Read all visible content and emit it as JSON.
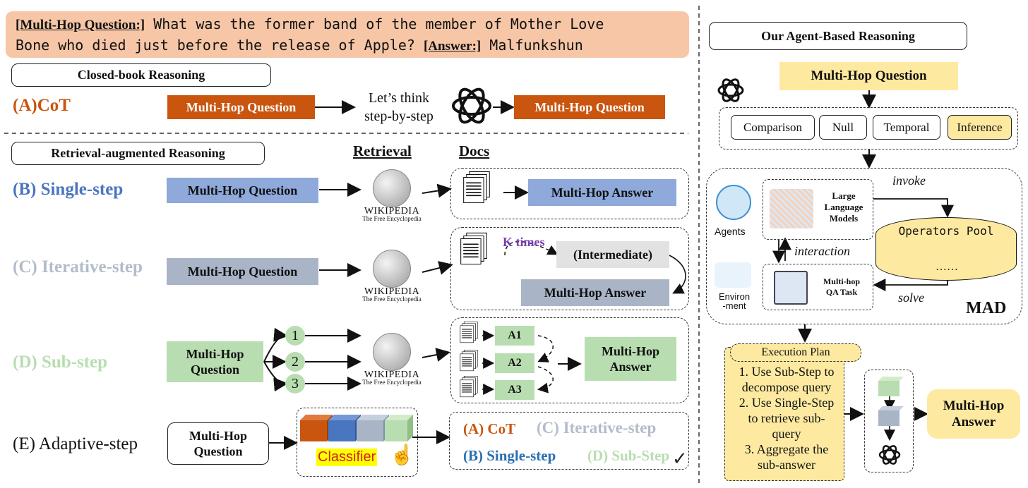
{
  "question_banner": {
    "q_tag": "[Multi-Hop Question:]",
    "q_text_1": "What was the former band of the member of Mother Love",
    "q_text_2": "Bone who died just before the release of Apple?",
    "a_tag": "[Answer:]",
    "a_text": "Malfunkshun"
  },
  "closed_book": {
    "header": "Closed-book Reasoning",
    "cot_label": "(A)CoT",
    "question_box": "Multi-Hop Question",
    "prompt_1": "Let’s think",
    "prompt_2": "step-by-step",
    "output_box": "Multi-Hop Question"
  },
  "retrieval": {
    "header": "Retrieval-augmented Reasoning",
    "col_retrieval": "Retrieval",
    "col_docs": "Docs",
    "wiki_title": "WIKIPEDIA",
    "wiki_sub": "The Free Encyclopedia",
    "single": {
      "label": "(B) Single-step",
      "question": "Multi-Hop Question",
      "answer": "Multi-Hop Answer"
    },
    "iterative": {
      "label": "(C) Iterative-step",
      "question": "Multi-Hop Question",
      "k_times": "K times",
      "intermediate": "(Intermediate)",
      "answer": "Multi-Hop Answer"
    },
    "sub": {
      "label": "(D) Sub-step",
      "question_1": "Multi-Hop",
      "question_2": "Question",
      "n1": "1",
      "n2": "2",
      "n3": "3",
      "a1": "A1",
      "a2": "A2",
      "a3": "A3",
      "answer_1": "Multi-Hop",
      "answer_2": "Answer"
    },
    "adaptive": {
      "label": "(E) Adaptive-step",
      "question_1": "Multi-Hop",
      "question_2": "Question",
      "classifier": "Classifier",
      "opt_a": "(A) CoT",
      "opt_c": "(C) Iterative-step",
      "opt_b": "(B) Single-step",
      "opt_d": "(D) Sub-Step"
    }
  },
  "agent": {
    "header": "Our Agent-Based Reasoning",
    "question": "Multi-Hop Question",
    "types": [
      "Comparison",
      "Null",
      "Temporal",
      "Inference"
    ],
    "agents_label": "Agents",
    "env_label_1": "Environ",
    "env_label_2": "-ment",
    "llm_1": "Large",
    "llm_2": "Language",
    "llm_3": "Models",
    "invoke": "invoke",
    "interaction": "interaction",
    "solve": "solve",
    "pool": "Operators Pool",
    "pool_dots": "……",
    "task_1": "Multi-hop",
    "task_2": "QA Task",
    "mad": "MAD",
    "plan_title": "Execution Plan",
    "plan_steps": [
      "1. Use Sub-Step to",
      "decompose query",
      "2. Use Single-Step",
      "to retrieve  sub-",
      "query",
      "3. Aggregate the",
      "sub-answer"
    ],
    "final_1": "Multi-Hop",
    "final_2": "Answer"
  },
  "colors": {
    "orange": "#c9550f",
    "blue": "#8ea9da",
    "grey": "#a9b4c6",
    "green": "#b8ddb0",
    "yellow": "#fde9a0",
    "peach": "#f6c6a6",
    "cot_label": "#c9550f",
    "single_label": "#4a76c0",
    "iter_label": "#b3bccb",
    "sub_label": "#b8ddb0",
    "k_times": "#7a3cb0"
  }
}
